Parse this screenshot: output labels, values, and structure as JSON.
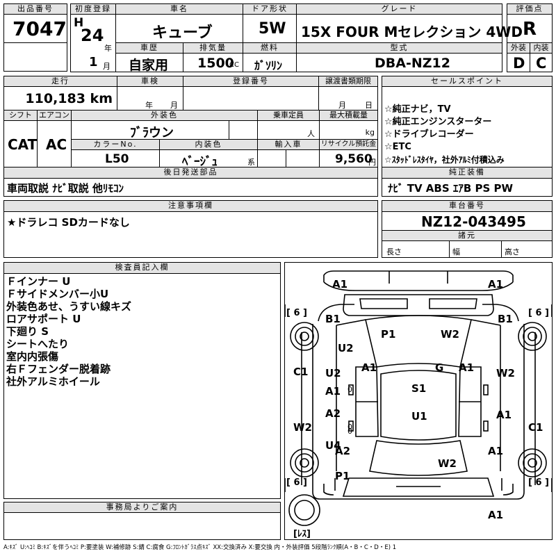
{
  "top": {
    "lot_number_label": "出品番号",
    "lot_number": "7047",
    "first_reg_label": "初度登録",
    "era": "H",
    "reg_year": "24",
    "year_unit": "年",
    "reg_month": "1",
    "month_unit": "月",
    "car_name_label": "車名",
    "car_name": "キューブ",
    "history_label": "車歴",
    "history": "自家用",
    "displacement_label": "排気量",
    "displacement": "1500",
    "displacement_unit": "CC",
    "doors_label": "ドア形状",
    "doors": "5W",
    "fuel_label": "燃料",
    "fuel": "ｶﾞｿﾘﾝ",
    "grade_label": "グレード",
    "grade": "15X FOUR Mセレクション 4WD",
    "model_label": "型式",
    "model": "DBA-NZ12",
    "score_label": "評価点",
    "score": "R",
    "exterior_label": "外装",
    "exterior": "D",
    "interior_label": "内装",
    "interior": "C"
  },
  "mid": {
    "mileage_label": "走行",
    "mileage": "110,183 km",
    "inspection_label": "車検",
    "inspection_year": "年",
    "inspection_month": "月",
    "reg_no_label": "登録番号",
    "handover_label": "譲渡書類期限",
    "handover_month": "月",
    "handover_day": "日",
    "shift_label": "シフト",
    "shift": "CAT",
    "aircon_label": "エアコン",
    "aircon": "AC",
    "exterior_color_label": "外装色",
    "exterior_color": "ﾌﾞﾗウン",
    "capacity_label": "乗車定員",
    "capacity_unit": "人",
    "max_load_label": "最大積載量",
    "max_load_unit": "kg",
    "color_no_label": "カラーNo.",
    "color_no": "L50",
    "interior_color_label": "内装色",
    "interior_color": "ﾍﾞｰｼﾞｭ",
    "interior_color_suffix": "系",
    "import_label": "輸入車",
    "recycle_label": "リサイクル預託金",
    "recycle": "9,560",
    "recycle_unit": "円",
    "later_parts_label": "後日発送部品",
    "later_parts": "車両取説 ﾅﾋﾞ取説 他ﾘﾓｺﾝ",
    "notes_label": "注意事項欄",
    "notes": "★ドラレコ SDカードなし"
  },
  "sales": {
    "label": "セールスポイント",
    "points": [
      "☆純正ナビ，TV",
      "☆純正エンジンスターター",
      "☆ドライブレコーダー",
      "☆ETC",
      "☆ｽﾀｯﾄﾞﾚｽﾀｲﾔ，社外ｱﾙﾐ付積込み"
    ],
    "equip_label": "純正装備",
    "equip": "ﾅﾋﾞ TV ABS ｴｱB PS PW",
    "chassis_label": "車台番号",
    "chassis": "NZ12-043495",
    "dims_label": "諸元",
    "length_label": "長さ",
    "width_label": "幅",
    "height_label": "高さ"
  },
  "inspector": {
    "label": "検査員記入欄",
    "lines": [
      "Ｆインナー U",
      "Ｆサイドメンバー小U",
      "外装色あせ、うすい線キズ",
      "ロアサポート U",
      "下廻り S",
      "シートへたり",
      "室内内張傷",
      "右Ｆフェンダー脱着跡",
      "社外アルミホイール"
    ]
  },
  "office": {
    "label": "事務局よりご案内"
  },
  "legend": "A:ｷｽﾞ U:ﾍｺﾐ B:ｷｽﾞを伴うﾍｺﾐ P:要塗装 W:補修跡 S:錆 C:腐食 G:ﾌﾛﾝﾄｶﾞﾗｽ点ｷｽﾞ XX:交換済み X:要交換 内・外装評価 5段階ﾗﾝｸ順(A・B・C・D・E) 1",
  "diagram": {
    "tread_tl": "[ 6 ]",
    "tread_tr": "[ 6 ]",
    "tread_bl": "[ 6 ]",
    "tread_br": "[ 6 ]",
    "spare": "[ﾚｽ]",
    "marks": [
      "A1",
      "A1",
      "B1",
      "B1",
      "U2",
      "P1",
      "W2",
      "C1",
      "U2",
      "A1",
      "A1",
      "G",
      "A1",
      "W2",
      "0",
      "A1",
      "S1",
      "0",
      "A2",
      "U1",
      "A1",
      "U4",
      "0",
      "W2",
      "C1",
      "A2",
      "A1",
      "P1",
      "W2",
      "A1"
    ]
  }
}
